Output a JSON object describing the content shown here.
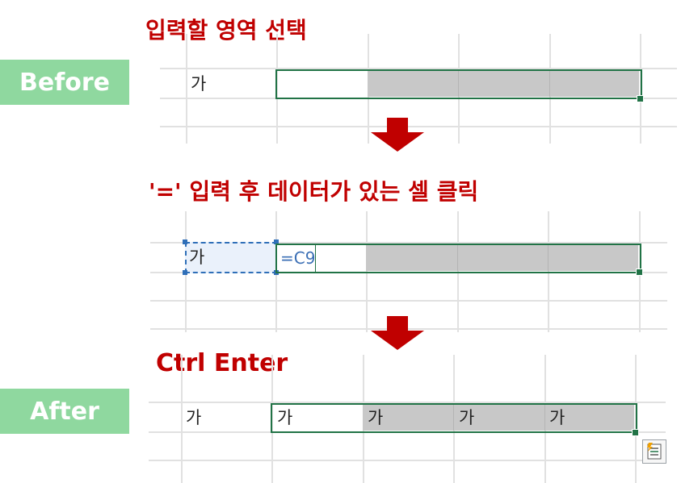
{
  "step1": {
    "heading": "입력할 영역 선택",
    "badge": "Before",
    "cell_value": "가"
  },
  "step2": {
    "heading": "'=' 입력 후 데이터가 있는 셀 클릭",
    "cell_value": "가",
    "formula": "=C9"
  },
  "step3": {
    "heading": "Ctrl Enter",
    "badge": "After",
    "cells": [
      "가",
      "가",
      "가",
      "가",
      "가"
    ]
  },
  "icons": {
    "arrow": "down-arrow-icon",
    "flash_fill": "flash-fill-options-icon"
  },
  "colors": {
    "heading": "#c00000",
    "badge": "#8fd89f",
    "selection": "#217346",
    "reference": "#2f6fb8",
    "arrow": "#c00000",
    "highlight": "#c8c8c8"
  }
}
